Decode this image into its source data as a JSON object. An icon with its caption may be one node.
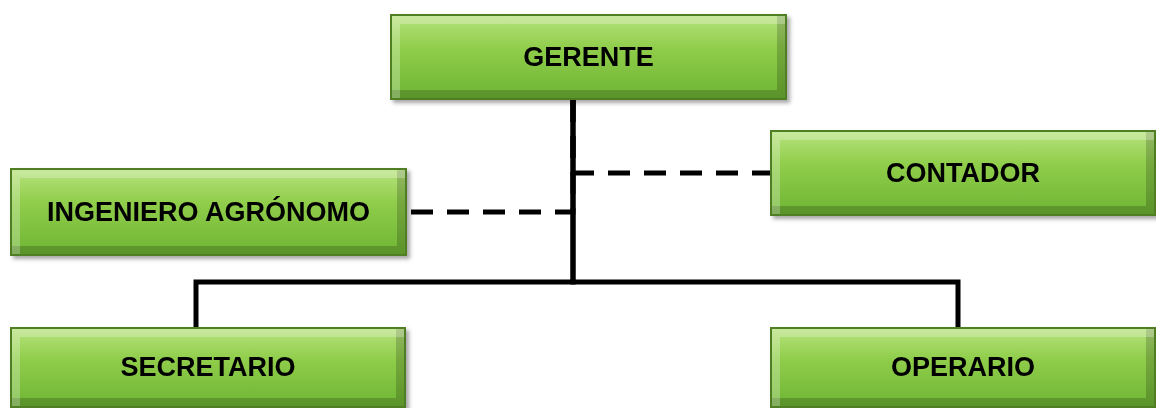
{
  "diagram": {
    "nodes": [
      {
        "text": [
          "GERENTE"
        ]
      },
      {
        "text": [
          "INGENIERO AGRÓNOMO"
        ]
      },
      {
        "text": [
          "CONTADOR"
        ]
      },
      {
        "text": [
          "SECRETARIO"
        ]
      },
      {
        "text": [
          "OPERARIO"
        ]
      }
    ],
    "edges": [
      {
        "from": 0,
        "to": 3,
        "arrow": "none"
      },
      {
        "from": 0,
        "to": 4,
        "arrow": "none"
      },
      {
        "from": 0,
        "to": 1,
        "arrow": "none",
        "style": "dashed"
      },
      {
        "from": 0,
        "to": 2,
        "arrow": "none",
        "style": "dashed"
      }
    ]
  }
}
